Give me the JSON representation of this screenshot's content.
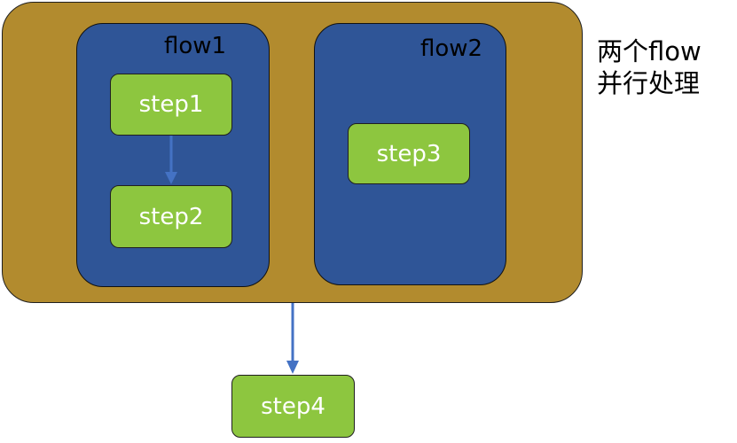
{
  "flows": {
    "flow1_label": "flow1",
    "flow2_label": "flow2"
  },
  "steps": {
    "step1": "step1",
    "step2": "step2",
    "step3": "step3",
    "step4": "step4"
  },
  "note": {
    "line1": "两个flow",
    "line2": "并行处理"
  },
  "colors": {
    "outer": "#b28b2e",
    "flow": "#2f5597",
    "step": "#8dc63f",
    "arrow": "#4472c4"
  }
}
